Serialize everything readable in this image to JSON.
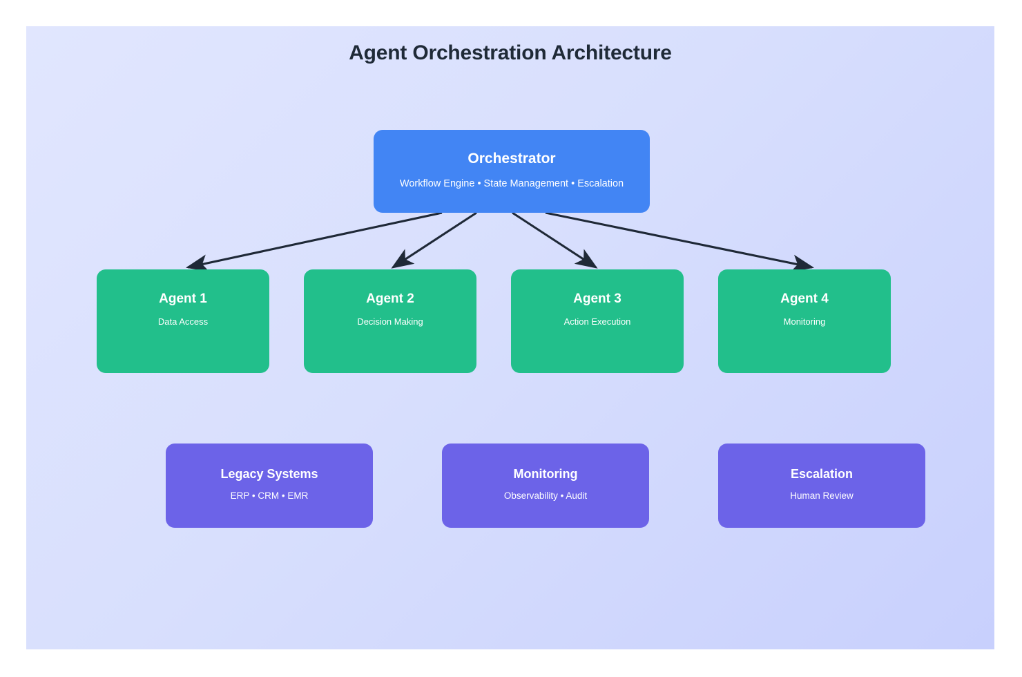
{
  "diagram": {
    "title": "Agent Orchestration Architecture",
    "type": "hierarchy-flowchart",
    "background": {
      "page": "#ffffff",
      "canvas_gradient_from": "#e1e6fe",
      "canvas_gradient_to": "#c8d0fd"
    },
    "palette": {
      "orchestrator": "#4285f4",
      "agent": "#22bf8b",
      "support": "#6c63e8",
      "arrow": "#1f2937",
      "title_text": "#1f2a37",
      "node_text": "#ffffff"
    },
    "orchestrator": {
      "title": "Orchestrator",
      "subtitle": "Workflow Engine • State Management • Escalation"
    },
    "agents": [
      {
        "title": "Agent 1",
        "subtitle": "Data Access"
      },
      {
        "title": "Agent 2",
        "subtitle": "Decision Making"
      },
      {
        "title": "Agent 3",
        "subtitle": "Action Execution"
      },
      {
        "title": "Agent 4",
        "subtitle": "Monitoring"
      }
    ],
    "support": [
      {
        "title": "Legacy Systems",
        "subtitle": "ERP • CRM • EMR"
      },
      {
        "title": "Monitoring",
        "subtitle": "Observability • Audit"
      },
      {
        "title": "Escalation",
        "subtitle": "Human Review"
      }
    ],
    "connections": [
      {
        "from": "Orchestrator",
        "to": "Agent 1",
        "style": "solid-arrow"
      },
      {
        "from": "Orchestrator",
        "to": "Agent 2",
        "style": "solid-arrow"
      },
      {
        "from": "Orchestrator",
        "to": "Agent 3",
        "style": "solid-arrow"
      },
      {
        "from": "Orchestrator",
        "to": "Agent 4",
        "style": "solid-arrow"
      }
    ]
  }
}
